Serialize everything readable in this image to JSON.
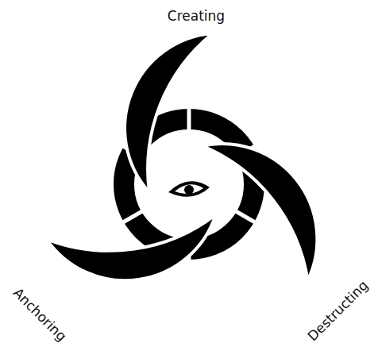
{
  "diagram": {
    "labels": [
      "Creating",
      "Anchoring",
      "Destructing"
    ]
  }
}
